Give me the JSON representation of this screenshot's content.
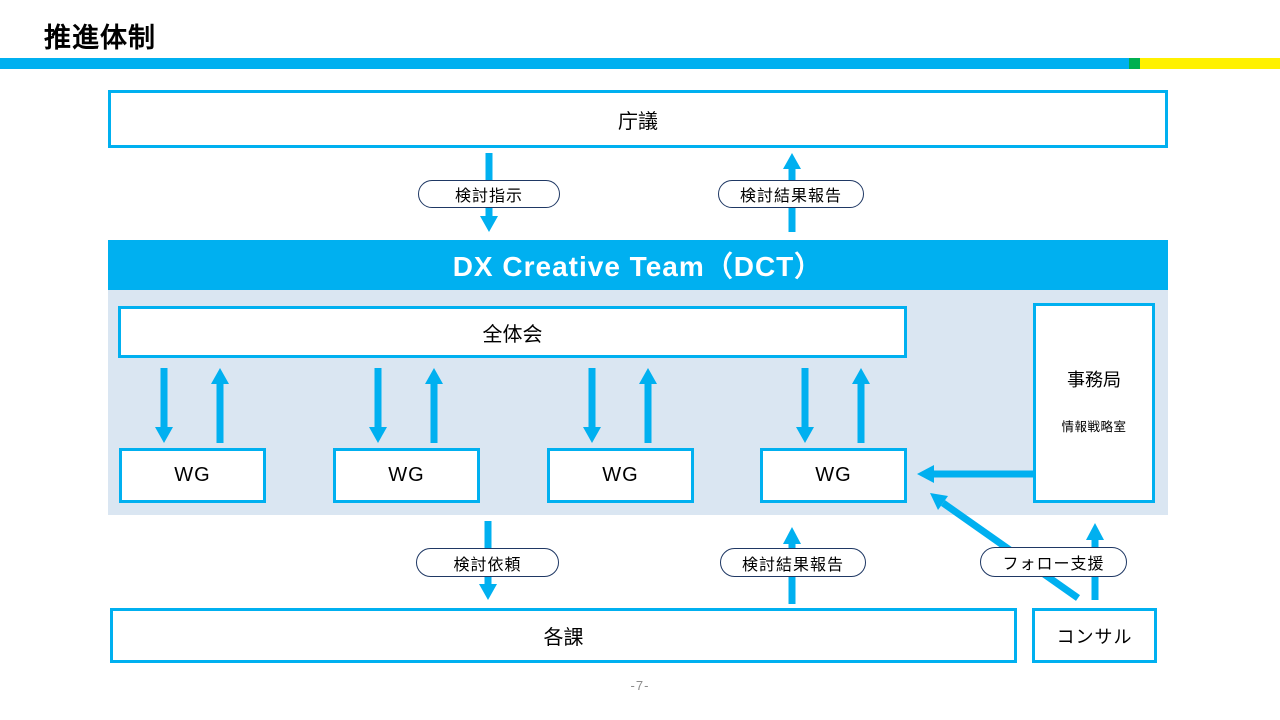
{
  "slide_title": "推進体制",
  "page_number": "-7-",
  "colors": {
    "cyan": "#00B0F0",
    "green": "#00B050",
    "yellow": "#FFF100",
    "light-blue": "#DAE6F2",
    "pill-border": "#1F3864",
    "page-gray": "#8C8C8C"
  },
  "diagram": {
    "top_box": "庁議",
    "banner": "DX Creative Team（DCT）",
    "plenary_box": "全体会",
    "wg_row": [
      "WG",
      "WG",
      "WG",
      "WG"
    ],
    "secretariat": {
      "title": "事務局",
      "subtitle": "情報戦略室"
    },
    "bottom_box": "各課",
    "consultant_box": "コンサル",
    "flow_labels": {
      "instruction": "検討指示",
      "report_top": "検討結果報告",
      "request": "検討依頼",
      "report_bottom": "検討結果報告",
      "follow_support": "フォロー支援"
    }
  }
}
